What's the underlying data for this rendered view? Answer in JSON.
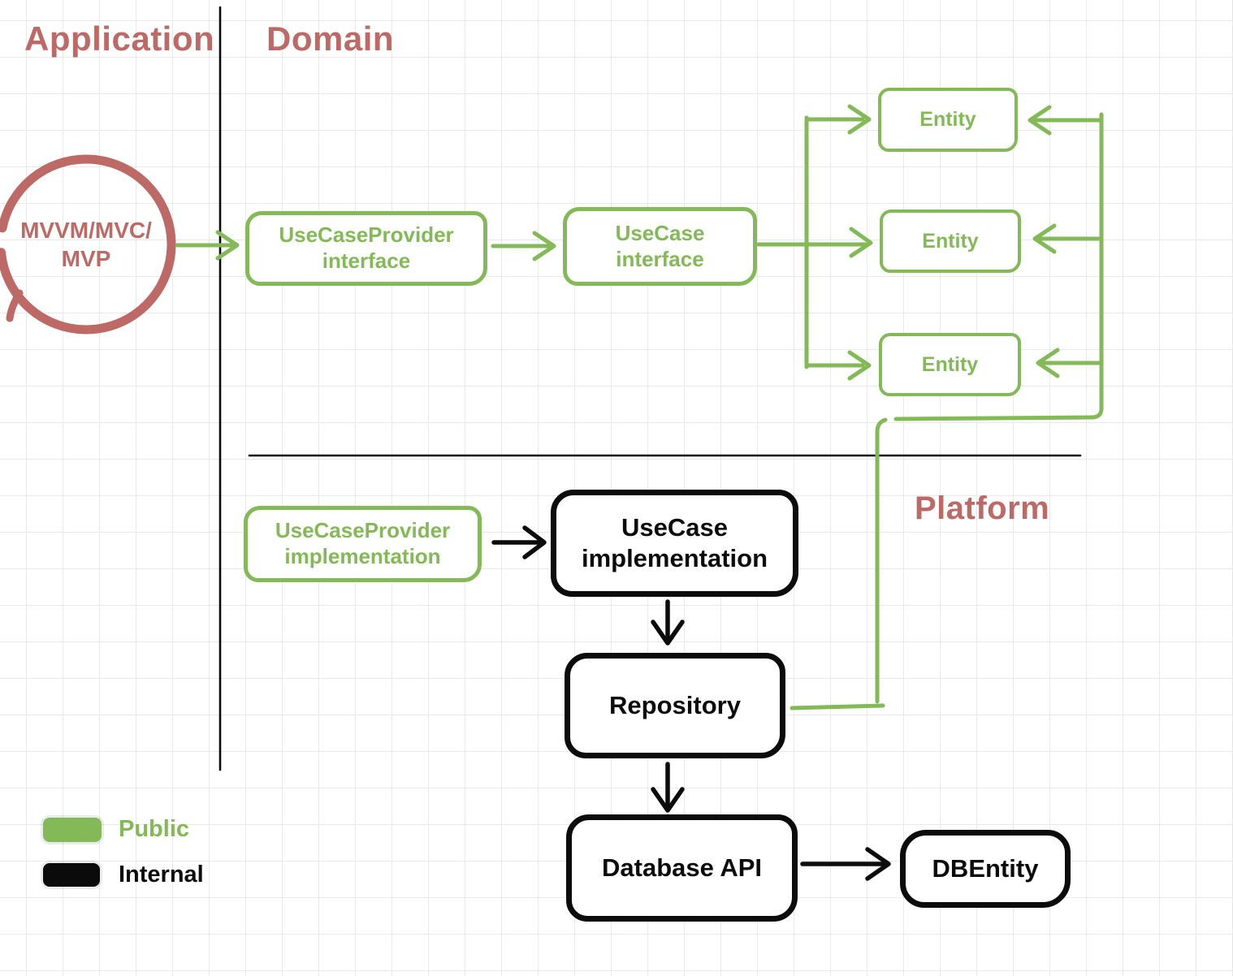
{
  "diagram": {
    "sections": {
      "application": "Application",
      "domain": "Domain",
      "platform": "Platform"
    },
    "nodes": {
      "presentation": {
        "label": "MVVM/MVC/ MVP"
      },
      "usecase_provider_interface": {
        "label": "UseCaseProvider interface"
      },
      "usecase_interface": {
        "label": "UseCase interface"
      },
      "entity1": {
        "label": "Entity"
      },
      "entity2": {
        "label": "Entity"
      },
      "entity3": {
        "label": "Entity"
      },
      "usecase_provider_implementation": {
        "label": "UseCaseProvider implementation"
      },
      "usecase_implementation": {
        "label": "UseCase implementation"
      },
      "repository": {
        "label": "Repository"
      },
      "database_api": {
        "label": "Database API"
      },
      "dbentity": {
        "label": "DBEntity"
      }
    },
    "edges": [
      {
        "from": "MVVM/MVC/MVP",
        "to": "UseCaseProvider interface"
      },
      {
        "from": "UseCaseProvider interface",
        "to": "UseCase interface"
      },
      {
        "from": "UseCase interface",
        "to": "Entity (x3)"
      },
      {
        "from": "Repository",
        "to": "Entity (x3)"
      },
      {
        "from": "UseCaseProvider implementation",
        "to": "UseCase implementation"
      },
      {
        "from": "UseCase implementation",
        "to": "Repository"
      },
      {
        "from": "Repository",
        "to": "Database API"
      },
      {
        "from": "Database API",
        "to": "DBEntity"
      }
    ],
    "legend": {
      "public": "Public",
      "internal": "Internal"
    },
    "colors": {
      "public_green": "#83ba57",
      "internal_black": "#0c0c0c",
      "section_red": "#bd6966",
      "grid": "#e9e9e9"
    }
  }
}
